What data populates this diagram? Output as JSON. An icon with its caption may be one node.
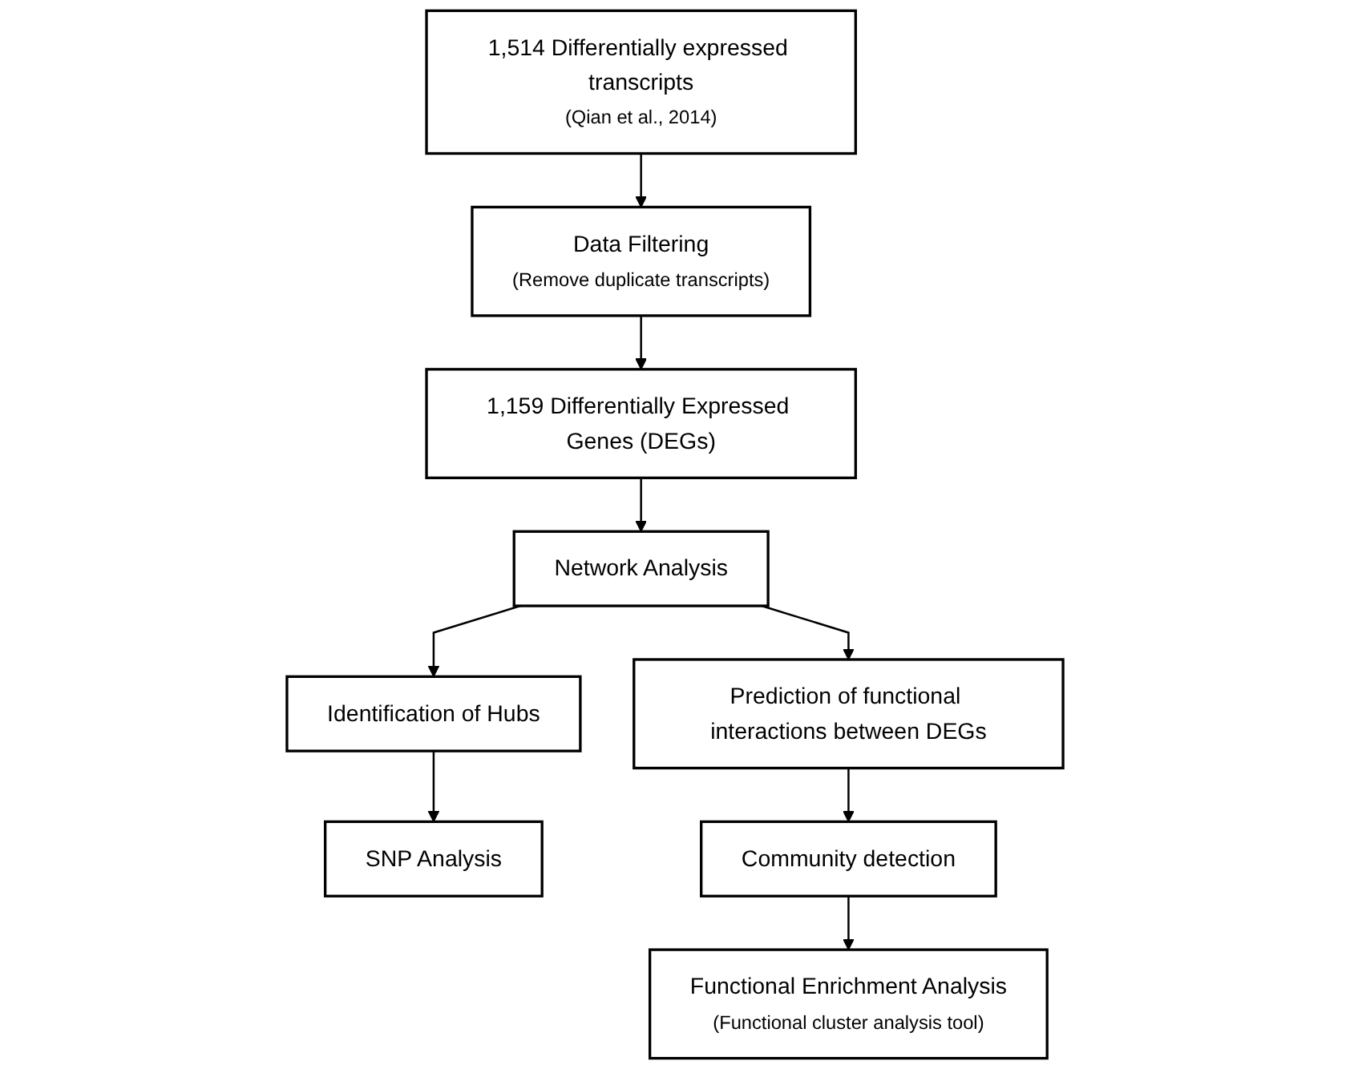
{
  "diagram": {
    "nodes": [
      {
        "text": [
          "1,514 Differentially expressed transcripts",
          "(Qian et al., 2014)"
        ]
      },
      {
        "text": [
          "Data Filtering",
          "(Remove duplicate transcripts)"
        ]
      },
      {
        "text": [
          "1,159 Differentially Expressed Genes (DEGs)"
        ]
      },
      {
        "text": [
          "Network Analysis"
        ]
      },
      {
        "text": [
          "Prediction of functional interactions between DEGs"
        ]
      },
      {
        "text": [
          "Identification of Hubs"
        ]
      },
      {
        "text": [
          "SNP Analysis"
        ]
      },
      {
        "text": [
          "Community detection"
        ]
      },
      {
        "text": [
          "Functional Enrichment Analysis",
          "(Functional cluster analysis tool)"
        ]
      }
    ],
    "edges": [
      {
        "from": 0,
        "to": 1,
        "arrow": "to"
      },
      {
        "from": 1,
        "to": 2,
        "arrow": "to"
      },
      {
        "from": 2,
        "to": 3,
        "arrow": "to"
      },
      {
        "from": 3,
        "to": 4,
        "arrow": "to"
      },
      {
        "from": 3,
        "to": 5,
        "arrow": "to"
      },
      {
        "from": 4,
        "to": 7,
        "arrow": "to"
      },
      {
        "from": 5,
        "to": 6,
        "arrow": "to"
      },
      {
        "from": 7,
        "to": 8,
        "arrow": "to"
      }
    ]
  }
}
